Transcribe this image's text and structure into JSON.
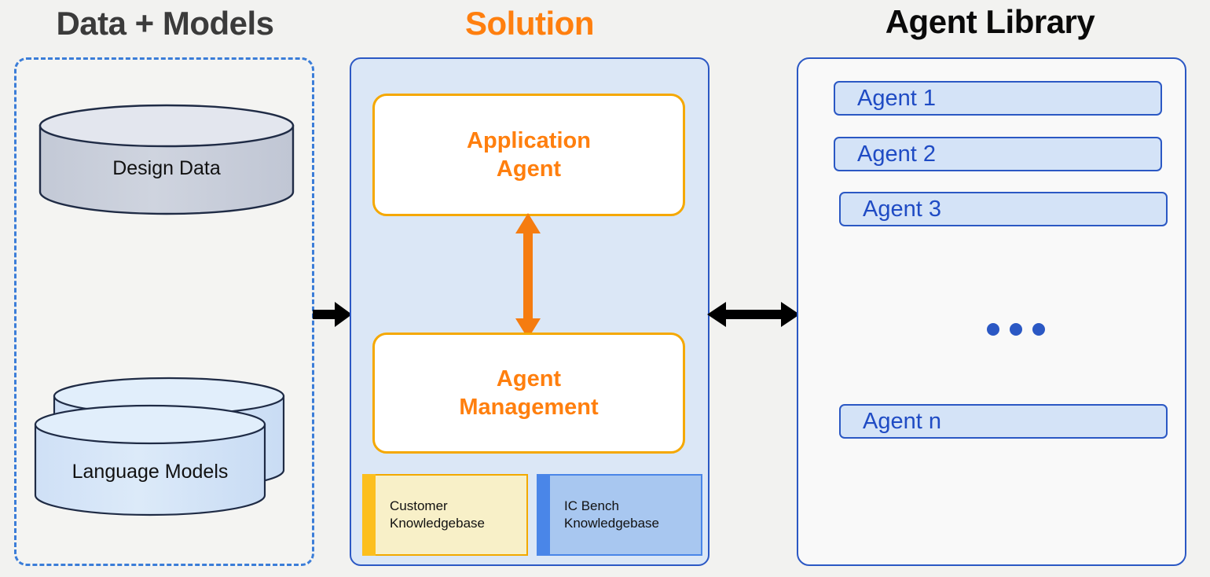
{
  "columns": {
    "data_models": {
      "title": "Data + Models",
      "sources": [
        {
          "label": "Design  Data",
          "kind": "cylinder-single"
        },
        {
          "label": "Language Models",
          "kind": "cylinder-stacked"
        }
      ]
    },
    "solution": {
      "title": "Solution",
      "boxes": [
        {
          "label": "Application\nAgent"
        },
        {
          "label": "Agent\nManagement"
        }
      ],
      "knowledgebases": [
        {
          "label": "Customer\nKnowledgebase",
          "accent": "#fcbf1e",
          "fill": "#f8f0c8"
        },
        {
          "label": "IC Bench\nKnowledgebase",
          "accent": "#4a86e8",
          "fill": "#a8c7f0"
        }
      ]
    },
    "agent_library": {
      "title": "Agent Library",
      "agents": [
        {
          "label": "Agent 1"
        },
        {
          "label": "Agent 2"
        },
        {
          "label": "Agent 3"
        },
        {
          "label": "Agent n"
        }
      ],
      "ellipsis": "•••"
    }
  },
  "connectors": [
    {
      "name": "data-to-solution",
      "direction": "right"
    },
    {
      "name": "solution-to-library",
      "direction": "both"
    },
    {
      "name": "application-agent-to-agent-management",
      "direction": "both-vertical"
    }
  ],
  "colors": {
    "background": "#f2f2f0",
    "orange": "#ff7f0e",
    "gold": "#f5a800",
    "blue": "#2b58c4",
    "panel_blue_fill": "#dbe7f6",
    "agent_pill_fill": "#d4e3f7",
    "title_gray": "#3b3b3b",
    "title_black": "#0a0a0a"
  }
}
